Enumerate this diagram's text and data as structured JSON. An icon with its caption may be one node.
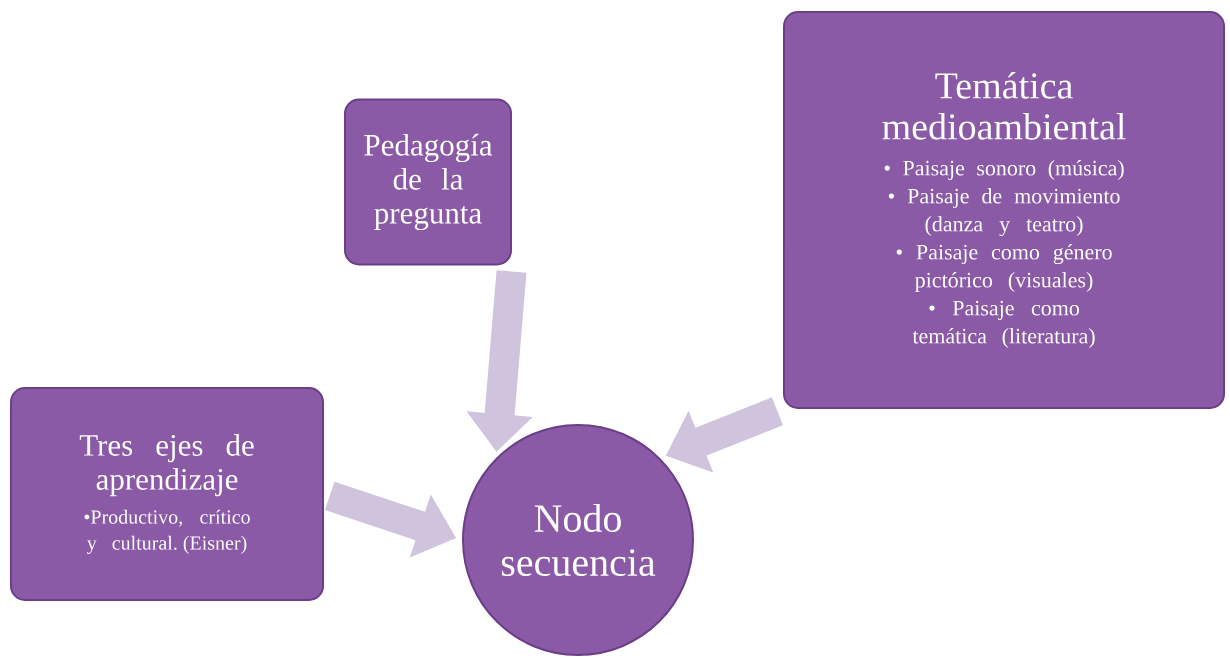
{
  "diagram": {
    "nodes": [
      {
        "text": [
          "Pedagogía de la pregunta"
        ]
      },
      {
        "text": [
          "Temática medioambiental",
          "• Paisaje sonoro (música)",
          "• Paisaje de movimiento (danza y teatro)",
          "• Paisaje como género pictórico (visuales)",
          "• Paisaje como temática (literatura)"
        ]
      },
      {
        "text": [
          "Tres ejes de aprendizaje",
          "•Productivo, crítico y cultural. (Eisner)"
        ]
      },
      {
        "text": [
          "Nodo secuencia"
        ]
      }
    ],
    "edges": [
      {
        "from": 0,
        "to": 3,
        "arrow": "to"
      },
      {
        "from": 1,
        "to": 3,
        "arrow": "to"
      },
      {
        "from": 2,
        "to": 3,
        "arrow": "to"
      }
    ]
  }
}
